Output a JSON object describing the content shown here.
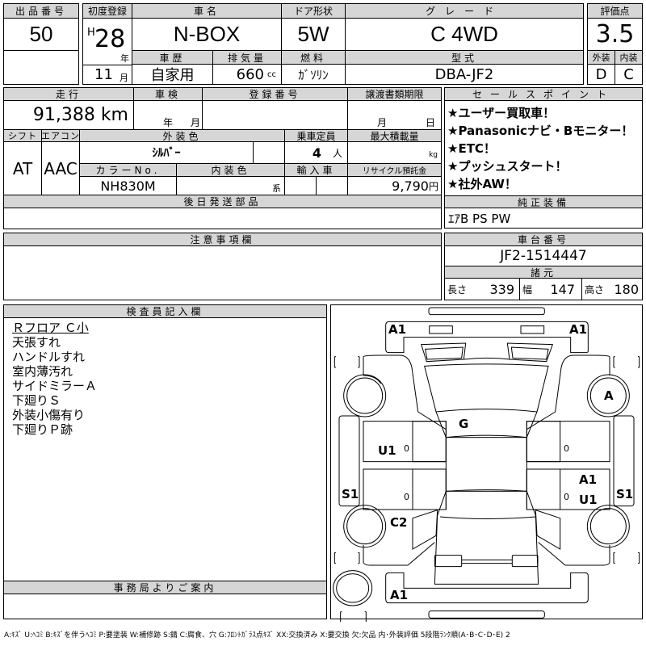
{
  "lot": {
    "label": "出品番号",
    "value": "50"
  },
  "vehicle": {
    "first_reg_label": "初度登録",
    "era": "H",
    "year": "28",
    "year_unit": "年",
    "month": "11",
    "month_unit": "月",
    "name_label": "車名",
    "name": "N-BOX",
    "door_label": "ドア形状",
    "door": "5W",
    "grade_label": "グレード",
    "grade": "C 4WD",
    "history_label": "車歴",
    "history": "自家用",
    "displacement_label": "排気量",
    "displacement": "660",
    "displacement_unit": "cc",
    "fuel_label": "燃料",
    "fuel": "ｶﾞｿﾘﾝ",
    "model_label": "型式",
    "model": "DBA-JF2"
  },
  "score": {
    "label": "評価点",
    "value": "3.5",
    "exterior_label": "外装",
    "interior_label": "内装",
    "exterior": "D",
    "interior": "C"
  },
  "details": {
    "mileage_label": "走行",
    "mileage": "91,388 km",
    "inspection_label": "車検",
    "inspection_year_unit": "年",
    "inspection_month_unit": "月",
    "reg_no_label": "登録番号",
    "transfer_label": "譲渡書類期限",
    "transfer_month_unit": "月",
    "transfer_day_unit": "日",
    "shift_label": "シフト",
    "shift": "AT",
    "ac_label": "エアコン",
    "ac": "AAC",
    "color_label": "外装色",
    "color": "ｼﾙﾊﾞｰ",
    "capacity_label": "乗車定員",
    "capacity": "4",
    "capacity_unit": "人",
    "load_label": "最大積載量",
    "load_unit": "kg",
    "color_no_label": "カラーNo.",
    "color_no": "NH830M",
    "interior_color_label": "内装色",
    "interior_color_unit": "系",
    "import_label": "輸入車",
    "recycle_label": "リサイクル預託金",
    "recycle": "9,790",
    "recycle_unit": "円",
    "parts_label": "後日発送部品"
  },
  "sales": {
    "label": "セールスポイント",
    "points": [
      "★ユーザー買取車！",
      "★Panasonicナビ・Bモニター！",
      "★ETC！",
      "★プッシュスタート！",
      "★社外AW！"
    ],
    "equipment_label": "純正装備",
    "equipment": "ｴｱB PS PW"
  },
  "chassis": {
    "label": "車台番号",
    "value": "JF2-1514447",
    "spec_label": "諸元",
    "length_label": "長さ",
    "length": "339",
    "width_label": "幅",
    "width": "147",
    "height_label": "高さ",
    "height": "180"
  },
  "notes": {
    "label": "注意事項欄"
  },
  "inspector": {
    "label": "検査員記入欄",
    "lines": [
      "Ｒフロア Ｃ小",
      "天張すれ",
      "ハンドルすれ",
      "室内薄汚れ",
      "サイドミラーＡ",
      "下廻りＳ",
      "外装小傷有り",
      "下廻りＰ跡"
    ]
  },
  "office": {
    "label": "事務局よりご案内"
  },
  "diagram": {
    "marks": [
      "A1",
      "A1",
      "A",
      "G",
      "U1",
      "S1",
      "C2",
      "A1",
      "U1",
      "S1",
      "A1"
    ],
    "zeros": [
      "0",
      "0",
      "0",
      "0"
    ]
  },
  "legend": "A:ｷｽﾞ U:ﾍｺﾐ B:ｷｽﾞを伴うﾍｺﾐ P:要塗装 W:補修跡 S:錆 C:腐食、穴 G:ﾌﾛﾝﾄｶﾞﾗｽ点ｷｽﾞ XX:交換済み X:要交換 欠:欠品 内･外装評価 5段階ﾗﾝｸ順(A･B･C･D･E) 2"
}
